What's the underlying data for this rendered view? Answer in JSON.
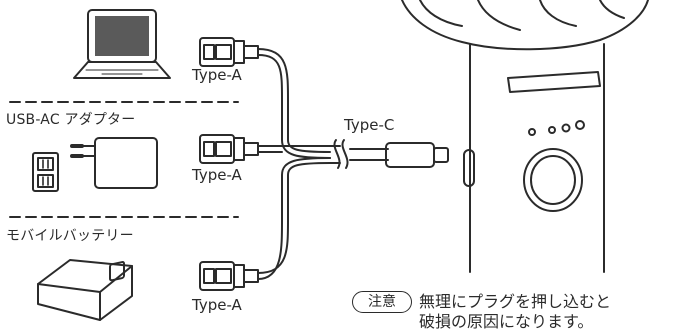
{
  "sources": [
    {
      "name": "",
      "device_icon": "laptop-icon",
      "plug_label": "Type-A"
    },
    {
      "name": "USB-AC アダプター",
      "device_icon": "ac-adapter-icon",
      "plug_label": "Type-A"
    },
    {
      "name": "モバイルバッテリー",
      "device_icon": "mobile-battery-icon",
      "plug_label": "Type-A"
    }
  ],
  "cable": {
    "end_label": "Type-C"
  },
  "device": {
    "icon": "handheld-fan-icon"
  },
  "note": {
    "badge": "注意",
    "line1": "無理にプラグを押し込むと",
    "line2": "破損の原因になります。"
  },
  "colors": {
    "line": "#2b2b2b",
    "background": "#ffffff"
  }
}
